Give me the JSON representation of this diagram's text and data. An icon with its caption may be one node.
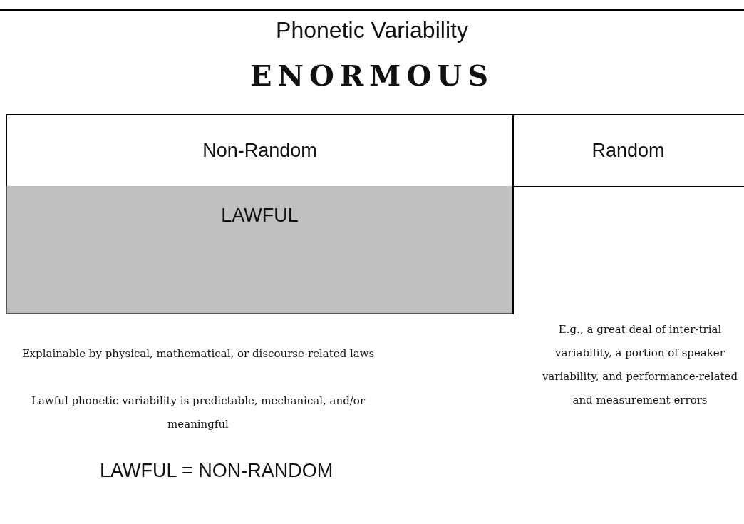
{
  "diagram": {
    "title": "Phonetic Variability",
    "nodes": [
      {
        "text": [
          "Non-Random"
        ]
      },
      {
        "text": [
          "Random"
        ]
      },
      {
        "text": [
          "LAWFUL"
        ]
      }
    ],
    "labels": [
      "ENORMOUS",
      "E.g., a great deal of inter-trial variability, a portion of speaker variability, and performance-related and measurement errors",
      "Explainable by physical, mathematical, or discourse-related laws",
      "Lawful phonetic variability is predictable, mechanical, and/or meaningful",
      "LAWFUL = NON-RANDOM"
    ]
  }
}
